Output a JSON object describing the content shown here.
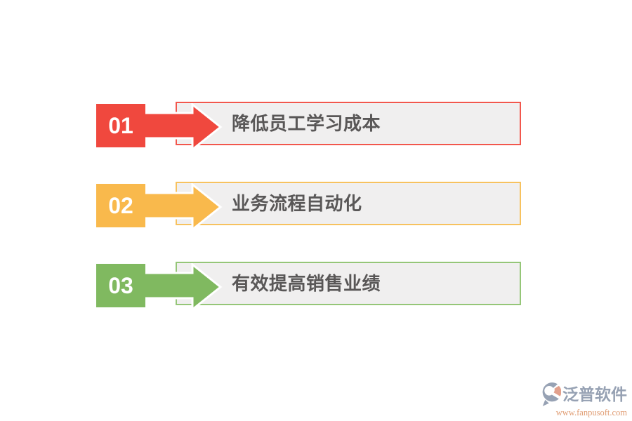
{
  "canvas": {
    "background": "#FFFFFF"
  },
  "list": {
    "bar_background": "#F0EFEF",
    "label_color": "#595757",
    "number_color": "#FFFFFF",
    "items": [
      {
        "number": "01",
        "label": "降低员工学习成本",
        "accent": "#F0483E",
        "border_color": "#F2574D"
      },
      {
        "number": "02",
        "label": "业务流程自动化",
        "accent": "#F9B94C",
        "border_color": "#F7C25F"
      },
      {
        "number": "03",
        "label": "有效提高销售业绩",
        "accent": "#80B960",
        "border_color": "#95C678"
      }
    ]
  },
  "watermark": {
    "brand": "泛普软件",
    "url": "www.fanpusoft.com",
    "brand_color": "#96A1B3",
    "url_color": "#E09C72",
    "logo": {
      "primary": "#E2A08C",
      "secondary": "#97A2B4"
    }
  }
}
